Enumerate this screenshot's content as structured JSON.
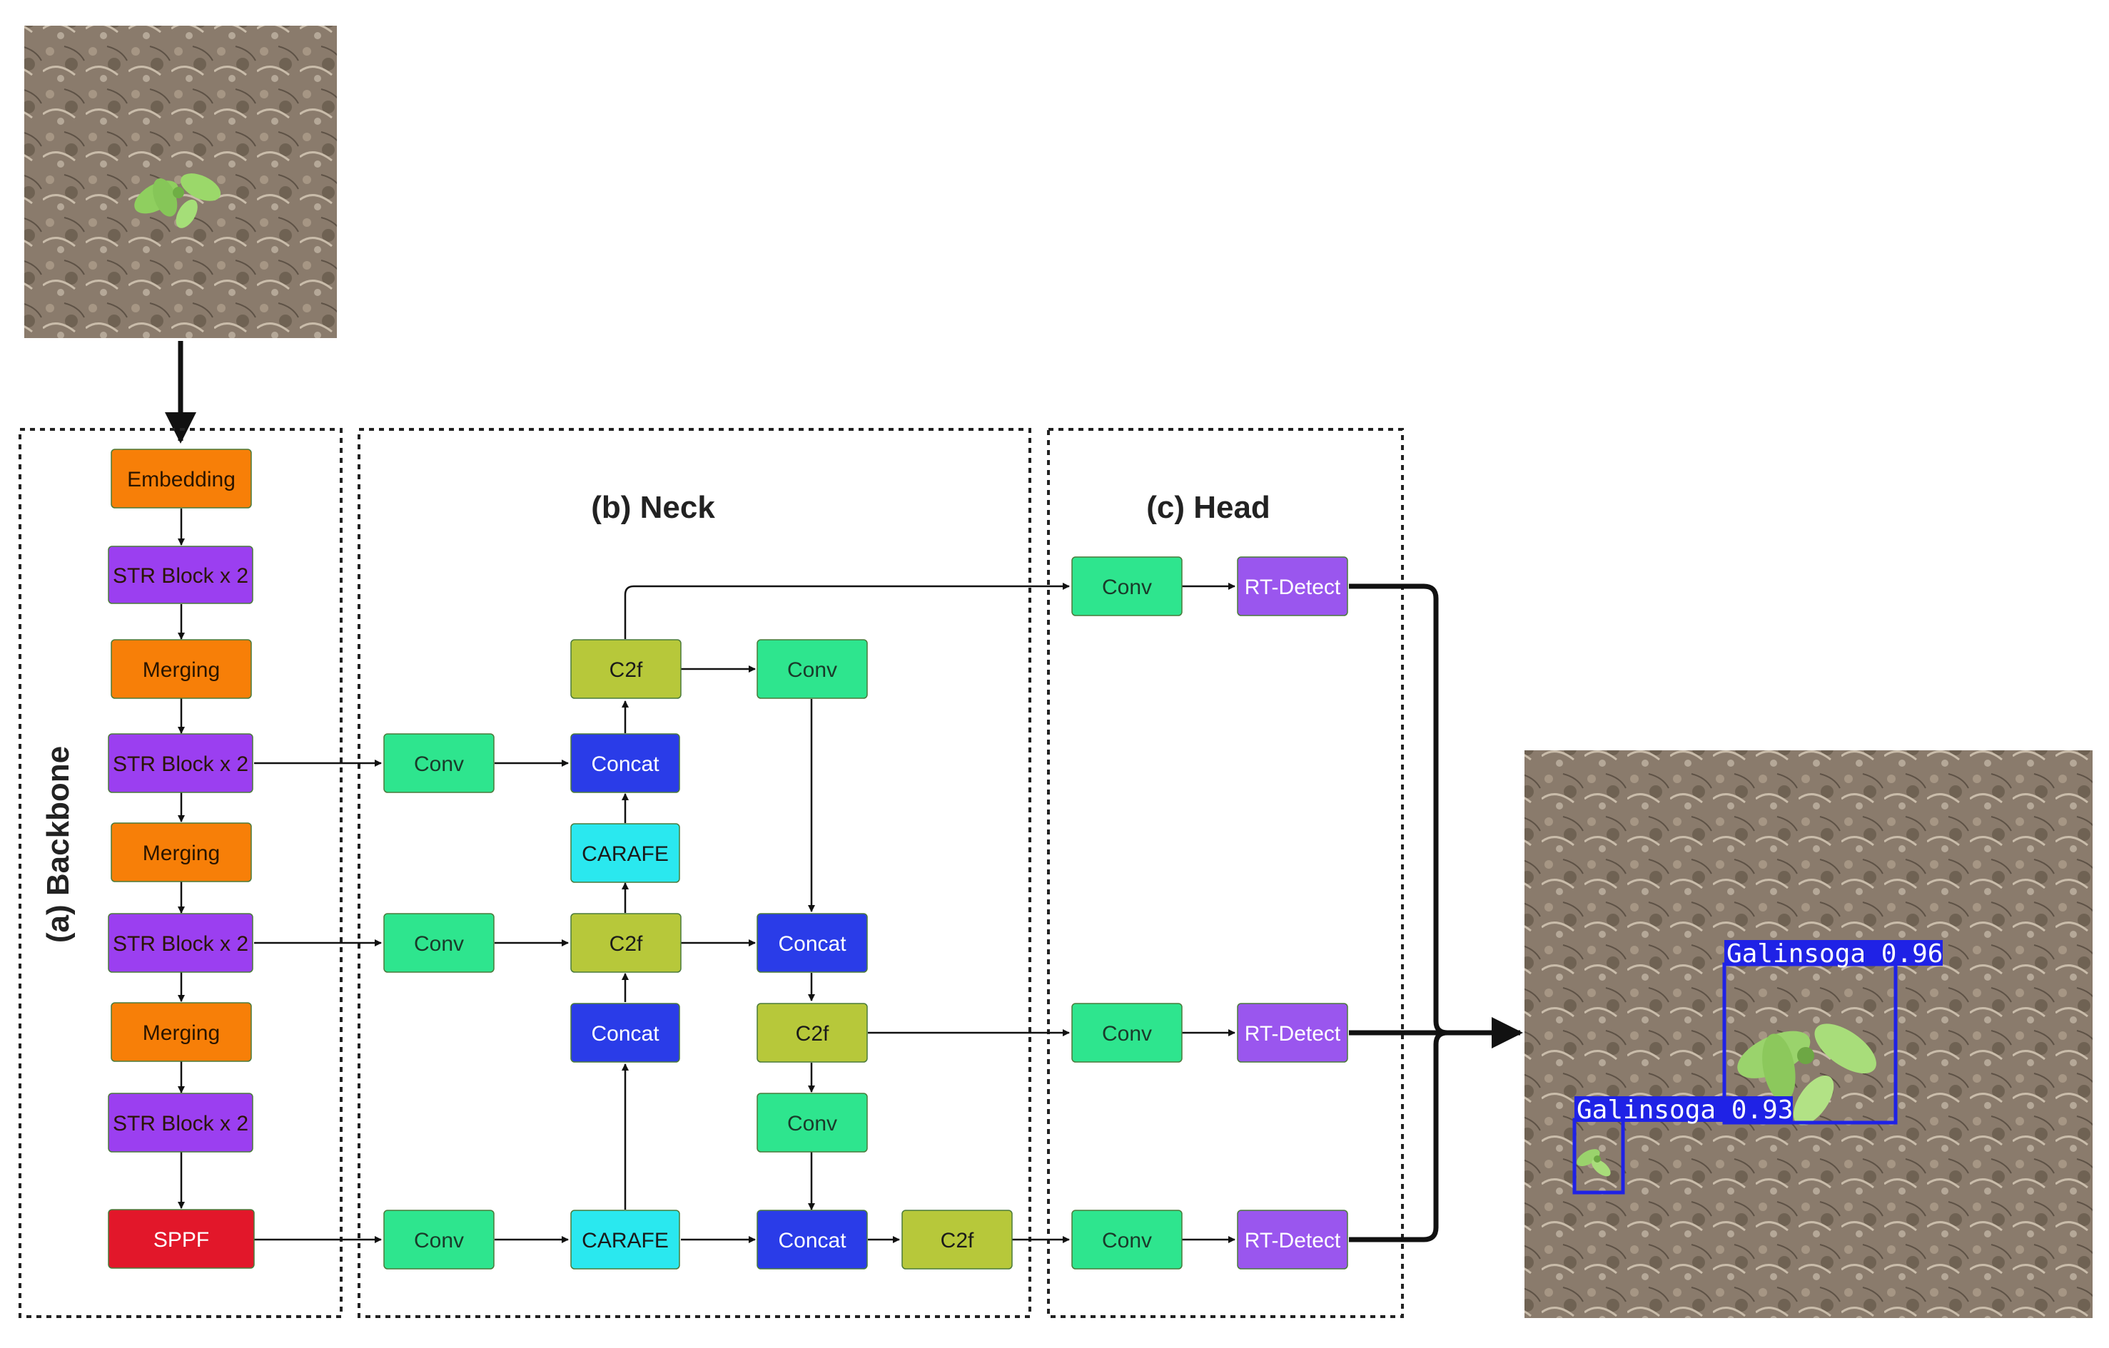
{
  "colors": {
    "embedding": "#f77f08",
    "merging": "#f77f08",
    "str_block": "#9b3ff0",
    "sppf": "#e2172a",
    "conv": "#2ee58e",
    "concat": "#2a3ce8",
    "carafe": "#2ae8ef",
    "c2f": "#b7c83a",
    "rt_detect": "#9a56ee",
    "detection_box": "#1f22e6"
  },
  "sections": {
    "backbone": "(a) Backbone",
    "neck": "(b) Neck",
    "head": "(c) Head"
  },
  "nodes": {
    "embedding": "Embedding",
    "str1": "STR Block x 2",
    "merging1": "Merging",
    "str2": "STR Block x 2",
    "merging2": "Merging",
    "str3": "STR Block x 2",
    "merging3": "Merging",
    "str4": "STR Block x 2",
    "sppf": "SPPF",
    "n_conv1": "Conv",
    "n_concat1": "Concat",
    "n_c2f_top": "C2f",
    "n_conv_top": "Conv",
    "n_carafe1": "CARAFE",
    "n_conv2": "Conv",
    "n_c2f_mid": "C2f",
    "n_concat_mid_r": "Concat",
    "n_concat2": "Concat",
    "n_c2f_r": "C2f",
    "n_conv_r": "Conv",
    "n_conv3": "Conv",
    "n_carafe2": "CARAFE",
    "n_concat3": "Concat",
    "n_c2f_bot": "C2f",
    "h_conv1": "Conv",
    "h_rt1": "RT-Detect",
    "h_conv2": "Conv",
    "h_rt2": "RT-Detect",
    "h_conv3": "Conv",
    "h_rt3": "RT-Detect"
  },
  "output_image": {
    "detections": [
      {
        "label": "Galinsoga 0.96"
      },
      {
        "label": "Galinsoga 0.93"
      }
    ]
  }
}
